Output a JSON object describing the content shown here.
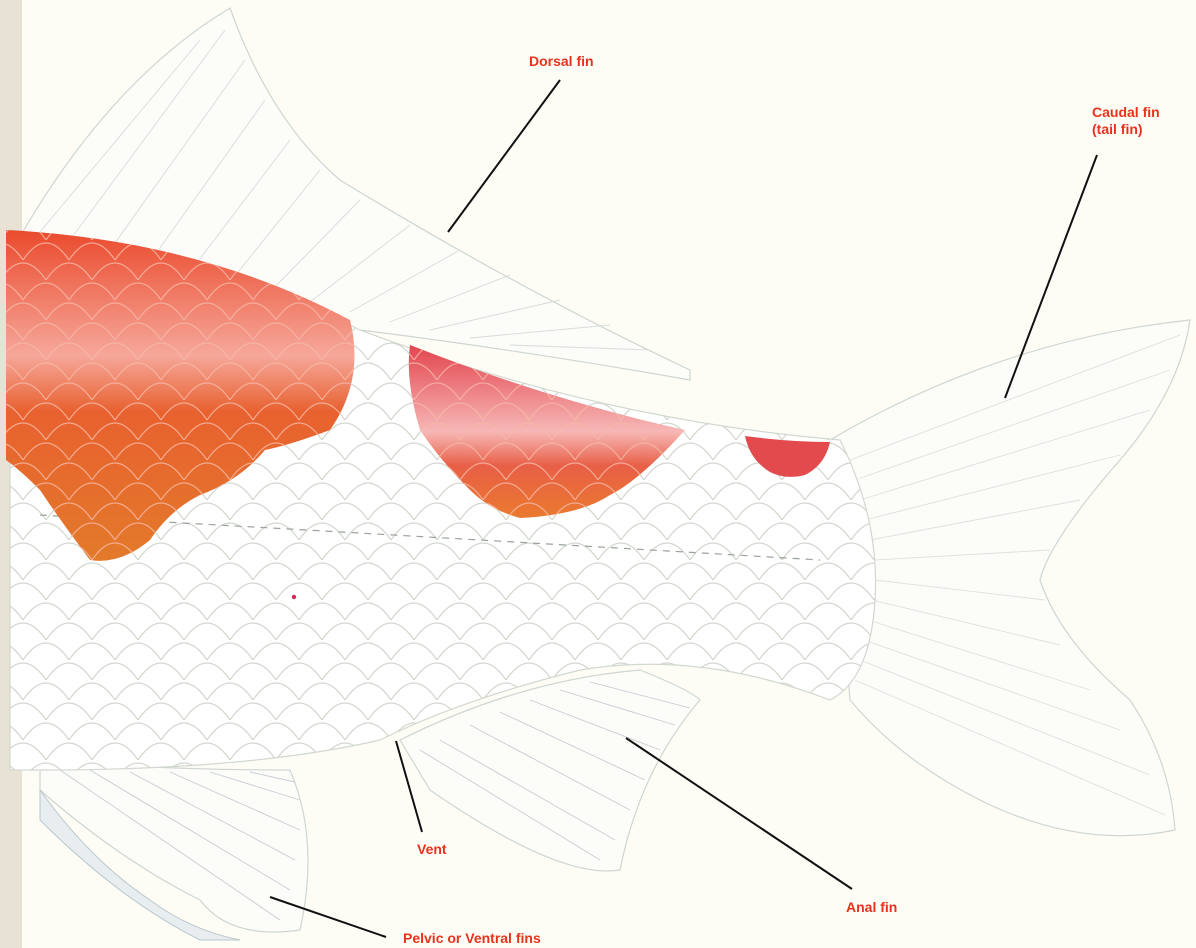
{
  "labels": {
    "dorsal": "Dorsal fin",
    "caudal_line1": "Caudal fin",
    "caudal_line2": "(tail fin)",
    "vent": "Vent",
    "anal": "Anal fin",
    "pelvic": "Pelvic or Ventral fins"
  },
  "colors": {
    "background": "#fdfdf5",
    "label": "#e8321c",
    "body": "#ffffff",
    "scale_line": "#c9cfc4",
    "fin_line": "#cfd6d2",
    "red_patch": "#e4592f",
    "pink_patch": "#e24a5a",
    "leader_line": "#111111"
  },
  "icons": {
    "fish": "koi-fish-illustration"
  }
}
